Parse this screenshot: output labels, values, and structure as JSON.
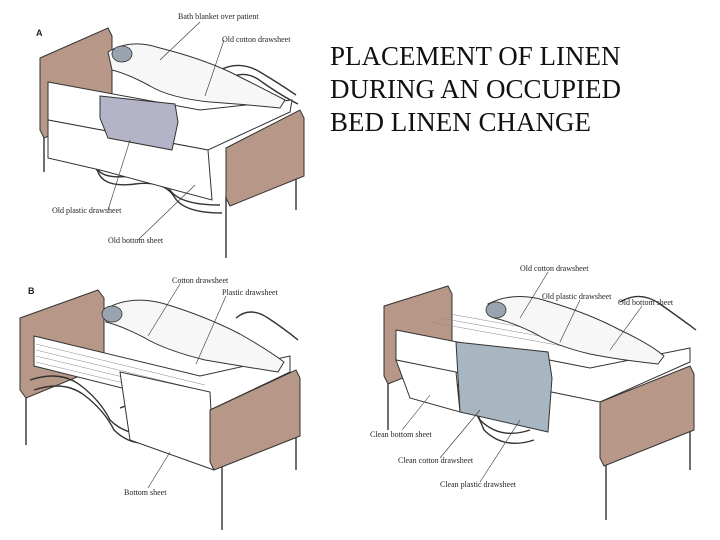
{
  "title": {
    "lines": [
      "PLACEMENT OF LINEN",
      "DURING AN OCCUPIED",
      "BED LINEN CHANGE"
    ]
  },
  "panels": {
    "a": {
      "letter": "A",
      "labels": {
        "bath_blanket": "Bath blanket over patient",
        "old_cotton": "Old cotton drawsheet",
        "old_plastic": "Old plastic drawsheet",
        "old_bottom": "Old bottom sheet"
      }
    },
    "b": {
      "letter": "B",
      "labels": {
        "cotton": "Cotton drawsheet",
        "plastic": "Plastic drawsheet",
        "bottom": "Bottom sheet"
      }
    },
    "c": {
      "labels": {
        "old_cotton": "Old cotton drawsheet",
        "old_plastic": "Old plastic drawsheet",
        "old_bottom": "Old bottom sheet",
        "clean_bottom": "Clean bottom sheet",
        "clean_cotton": "Clean cotton drawsheet",
        "clean_plastic": "Clean plastic drawsheet"
      }
    }
  },
  "colors": {
    "headboard": "#b79787",
    "drawsheet_grey": "#b3b4c7",
    "drawsheet_blue": "#a8b6c2",
    "sheet": "#ffffff",
    "line": "#333333"
  }
}
